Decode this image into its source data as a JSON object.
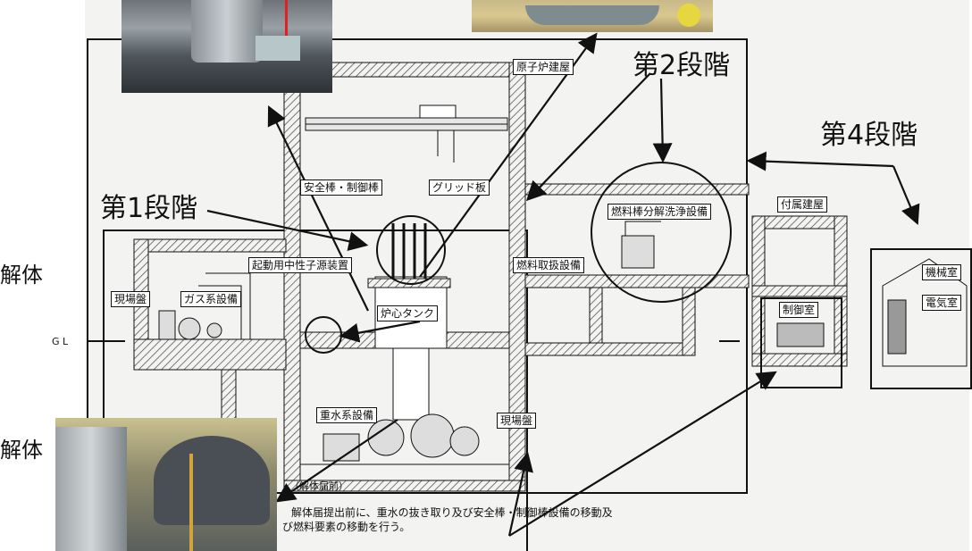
{
  "labels": {
    "stage1": "第1段階",
    "stage2": "第2段階",
    "stage4": "第4段階",
    "left_upper": "解体",
    "left_lower": "解体"
  },
  "tags": {
    "reactor_building": "原子炉建屋",
    "safety_rod": "安全棒・制御棒",
    "grid_plate": "グリッド板",
    "fuel_rod_facility": "燃料棒分解洗浄設備",
    "startup_source": "起動用中性子源装置",
    "fuel_handling": "燃料取扱設備",
    "site_panel_left": "現場盤",
    "gas_system": "ガス系設備",
    "core_tank": "炉心タンク",
    "heavy_water": "重水系設備",
    "site_panel_right": "現場盤",
    "annex_building": "付属建屋",
    "control_room": "制御室",
    "machine_room": "機械室",
    "electrical_room": "電気室"
  },
  "misc": {
    "gl": "G L",
    "caption_small": "（解体届前）",
    "caption_line1": "解体届提出前に、重水の抜き取り及び安全棒・制御棒設備の移動及",
    "caption_line2": "び燃料要素の移動を行う。"
  },
  "colors": {
    "hatch": "#555555",
    "line": "#111111",
    "background": "#f3f4f1"
  }
}
